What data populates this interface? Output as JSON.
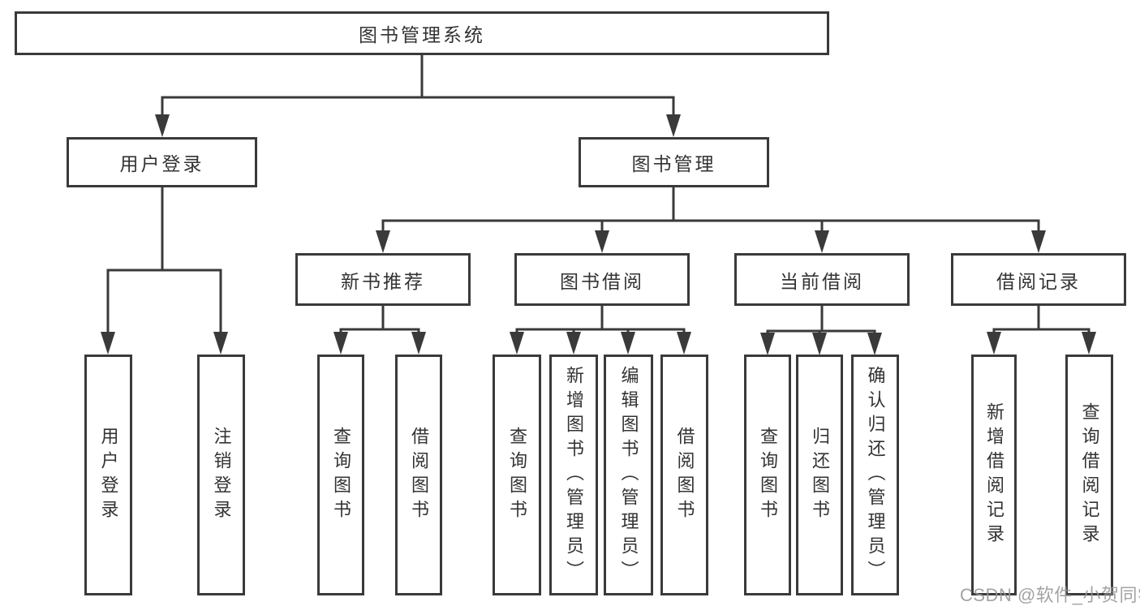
{
  "diagram_title": "图书管理系统",
  "tree": {
    "label": "图书管理系统",
    "children": [
      {
        "label": "用户登录",
        "children": [
          {
            "label": "用户登录"
          },
          {
            "label": "注销登录"
          }
        ]
      },
      {
        "label": "图书管理",
        "children": [
          {
            "label": "新书推荐",
            "children": [
              {
                "label": "查询图书"
              },
              {
                "label": "借阅图书"
              }
            ]
          },
          {
            "label": "图书借阅",
            "children": [
              {
                "label": "查询图书"
              },
              {
                "label": "新增图书（管理员）"
              },
              {
                "label": "编辑图书（管理员）"
              },
              {
                "label": "借阅图书"
              }
            ]
          },
          {
            "label": "当前借阅",
            "children": [
              {
                "label": "查询图书"
              },
              {
                "label": "归还图书"
              },
              {
                "label": "确认归还（管理员）"
              }
            ]
          },
          {
            "label": "借阅记录",
            "children": [
              {
                "label": "新增借阅记录"
              },
              {
                "label": "查询借阅记录"
              }
            ]
          }
        ]
      }
    ]
  },
  "watermark": {
    "text": "CSDN @软件_小贺同学",
    "color": "#969696"
  },
  "colors": {
    "background": "#ffffff",
    "line": "#3a3a3a",
    "box_border": "#3a3a3a",
    "text": "#333333"
  }
}
